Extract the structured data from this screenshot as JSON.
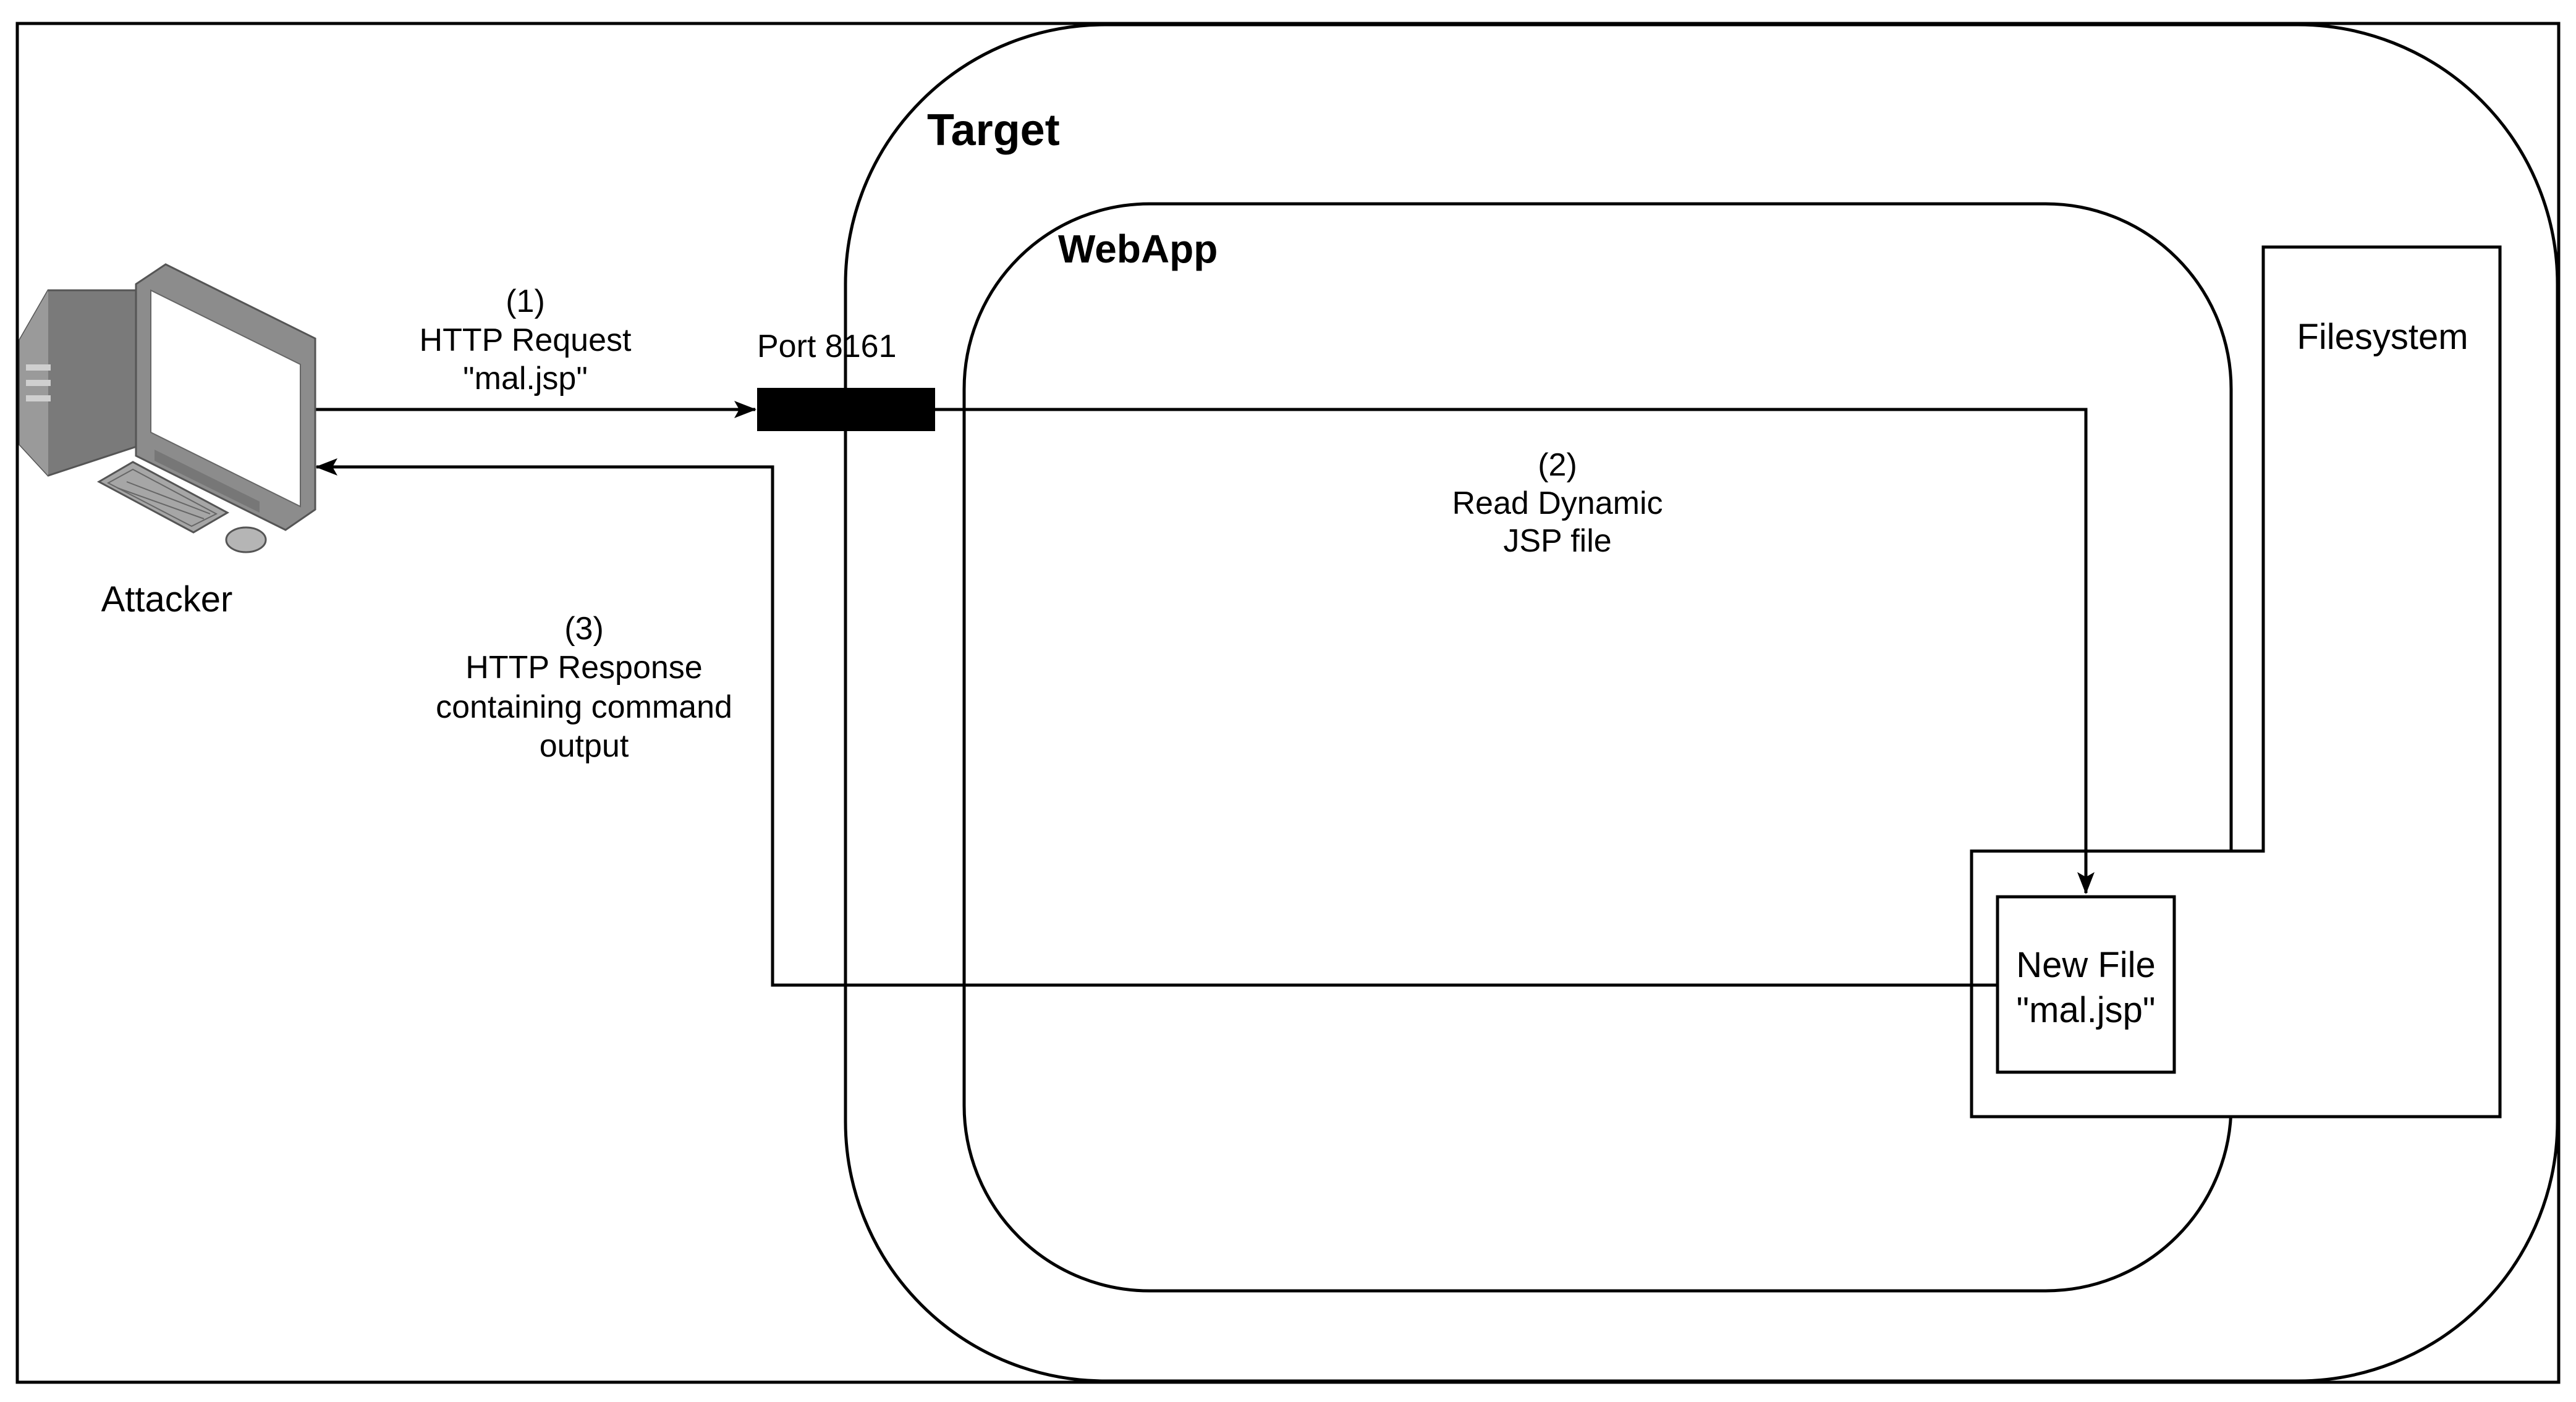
{
  "nodes": {
    "attacker": {
      "label": "Attacker",
      "icon": "desktop-computer-icon"
    },
    "target": {
      "label": "Target"
    },
    "webapp": {
      "label": "WebApp"
    },
    "filesystem": {
      "label": "Filesystem"
    },
    "port": {
      "label": "Port 8161"
    },
    "new_file": {
      "line1": "New File",
      "line2": "\"mal.jsp\""
    }
  },
  "edges": {
    "request": {
      "step": "(1)",
      "line1": "HTTP Request",
      "line2": "\"mal.jsp\""
    },
    "read": {
      "step": "(2)",
      "line1": "Read Dynamic",
      "line2": "JSP file"
    },
    "response": {
      "step": "(3)",
      "line1": "HTTP Response",
      "line2": "containing command",
      "line3": "output"
    }
  },
  "colors": {
    "stroke": "#000000",
    "background": "#ffffff",
    "port_fill": "#000000",
    "computer_gray": "#8c8c8c",
    "screen": "#ffffff"
  }
}
